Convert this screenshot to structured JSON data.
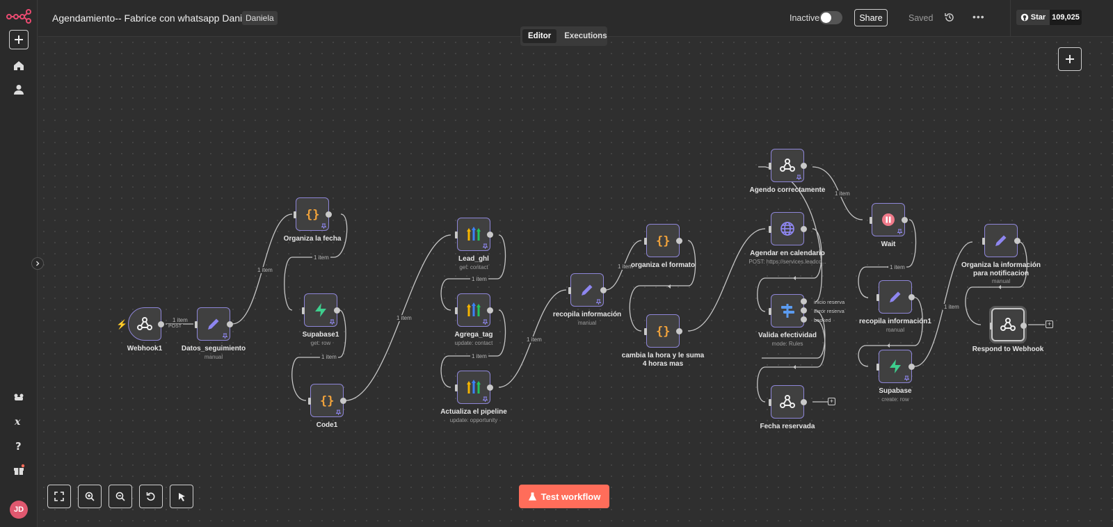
{
  "header": {
    "title": "Agendamiento-- Fabrice con whatsapp Daniela",
    "tag": "Daniela",
    "status_label": "Inactive",
    "share_label": "Share",
    "saved_label": "Saved",
    "more_label": "•••",
    "github_star_label": "Star",
    "github_stars": "109,025"
  },
  "tabs": [
    {
      "label": "Editor",
      "active": true
    },
    {
      "label": "Executions",
      "active": false
    }
  ],
  "sidebar": {
    "avatar_initials": "JD"
  },
  "nodes": {
    "webhook1": {
      "label": "Webhook1"
    },
    "datos": {
      "label": "Datos_seguimiento",
      "sub": "manual"
    },
    "organiza_fecha": {
      "label": "Organiza la fecha"
    },
    "supabase1": {
      "label": "Supabase1",
      "sub": "get: row"
    },
    "code1": {
      "label": "Code1"
    },
    "lead_ghl": {
      "label": "Lead_ghl",
      "sub": "get: contact"
    },
    "agrega_tag": {
      "label": "Agrega_tag",
      "sub": "update: contact"
    },
    "actualiza": {
      "label": "Actualiza el pipeline",
      "sub": "update: opportunity"
    },
    "recopila": {
      "label": "recopila información",
      "sub": "manual"
    },
    "organiza_formato": {
      "label": "organiza el formato"
    },
    "cambia_hora": {
      "label_line1": "cambia la hora y le suma",
      "label_line2": "4 horas mas"
    },
    "agendo": {
      "label": "Agendo correctamente"
    },
    "agendar_cal": {
      "label": "Agendar en calendario",
      "sub": "POST: https://services.leadco..."
    },
    "valida": {
      "label": "Valida efectividad",
      "sub": "mode: Rules",
      "outputs": [
        "inicio reserva",
        "Error reserva",
        "booked"
      ]
    },
    "fecha_reservada": {
      "label": "Fecha reservada"
    },
    "wait": {
      "label": "Wait"
    },
    "recopila1": {
      "label": "recopila información1",
      "sub": "manual"
    },
    "supabase": {
      "label": "Supabase",
      "sub": "create: row"
    },
    "organiza_info": {
      "label_line1": "Organiza la información",
      "label_line2": "para notificacion",
      "sub": "manual"
    },
    "respond": {
      "label": "Respond to Webhook"
    }
  },
  "edge_labels": {
    "one_item": "1 item",
    "post": "POST"
  },
  "test_button_label": "Test workflow",
  "colors": {
    "accent": "#ff6d5a",
    "node_border": "#8e86d8",
    "canvas_bg": "#2f2f2f"
  }
}
